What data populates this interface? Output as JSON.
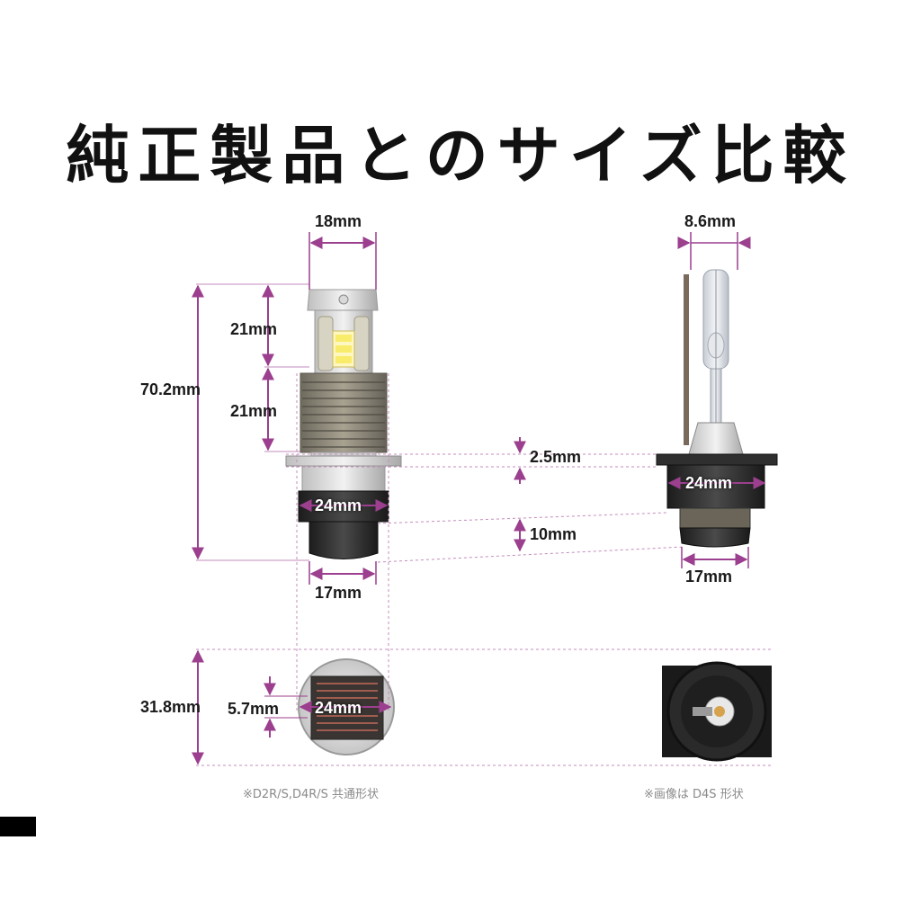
{
  "title": "純正製品とのサイズ比較",
  "dimensions": {
    "led_top_width": "18mm",
    "led_upper_height": "21mm",
    "led_lower_height": "21mm",
    "led_total_height": "70.2mm",
    "led_base_width": "24mm",
    "led_bottom_width": "17mm",
    "flange_thickness": "2.5mm",
    "base_depth": "10mm",
    "hid_glass_width": "8.6mm",
    "hid_base_width": "24mm",
    "hid_bottom_width": "17mm",
    "rear_total_height": "31.8mm",
    "rear_inner_height": "5.7mm",
    "rear_width": "24mm"
  },
  "notes": {
    "left": "※D2R/S,D4R/S 共通形状",
    "right": "※画像は D4S 形状"
  },
  "colors": {
    "dimension_line": "#9b3f8e",
    "guide_line": "#c48bbd",
    "title": "#111111"
  }
}
